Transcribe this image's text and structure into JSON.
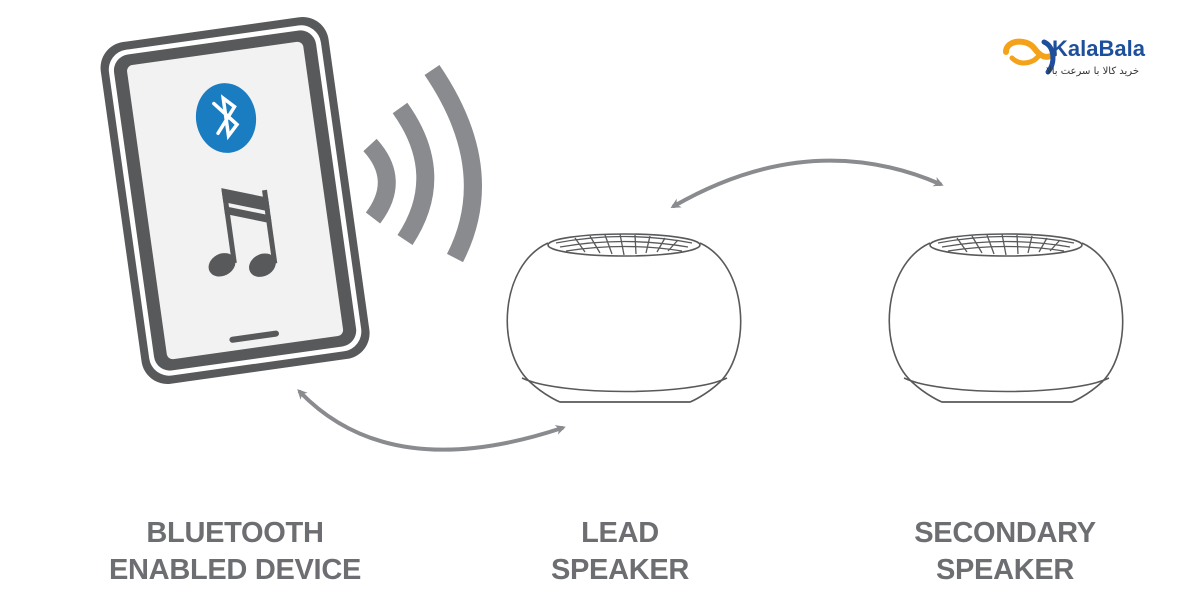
{
  "labels": {
    "device_line1": "BLUETOOTH",
    "device_line2": "ENABLED DEVICE",
    "lead_line1": "LEAD",
    "lead_line2": "SPEAKER",
    "secondary_line1": "SECONDARY",
    "secondary_line2": "SPEAKER"
  },
  "logo": {
    "name": "KalaBala",
    "tagline": "خرید کالا با سرعت بالا"
  },
  "icons": {
    "phone": "smartphone-icon",
    "bluetooth": "bluetooth-icon",
    "music": "music-note-icon",
    "signal": "wireless-signal-icon",
    "speaker": "speaker-icon",
    "arrow": "double-arrow-icon"
  },
  "colors": {
    "outline": "#58595b",
    "screen": "#f2f2f2",
    "bluetooth_blue": "#1a7cc1",
    "music_note": "#58595b",
    "signal_gray": "#8a8b8e",
    "arrow_gray": "#8a8b8e",
    "label_gray": "#6d6e71",
    "logo_blue": "#1e4f9c",
    "logo_orange": "#f5a21b"
  }
}
